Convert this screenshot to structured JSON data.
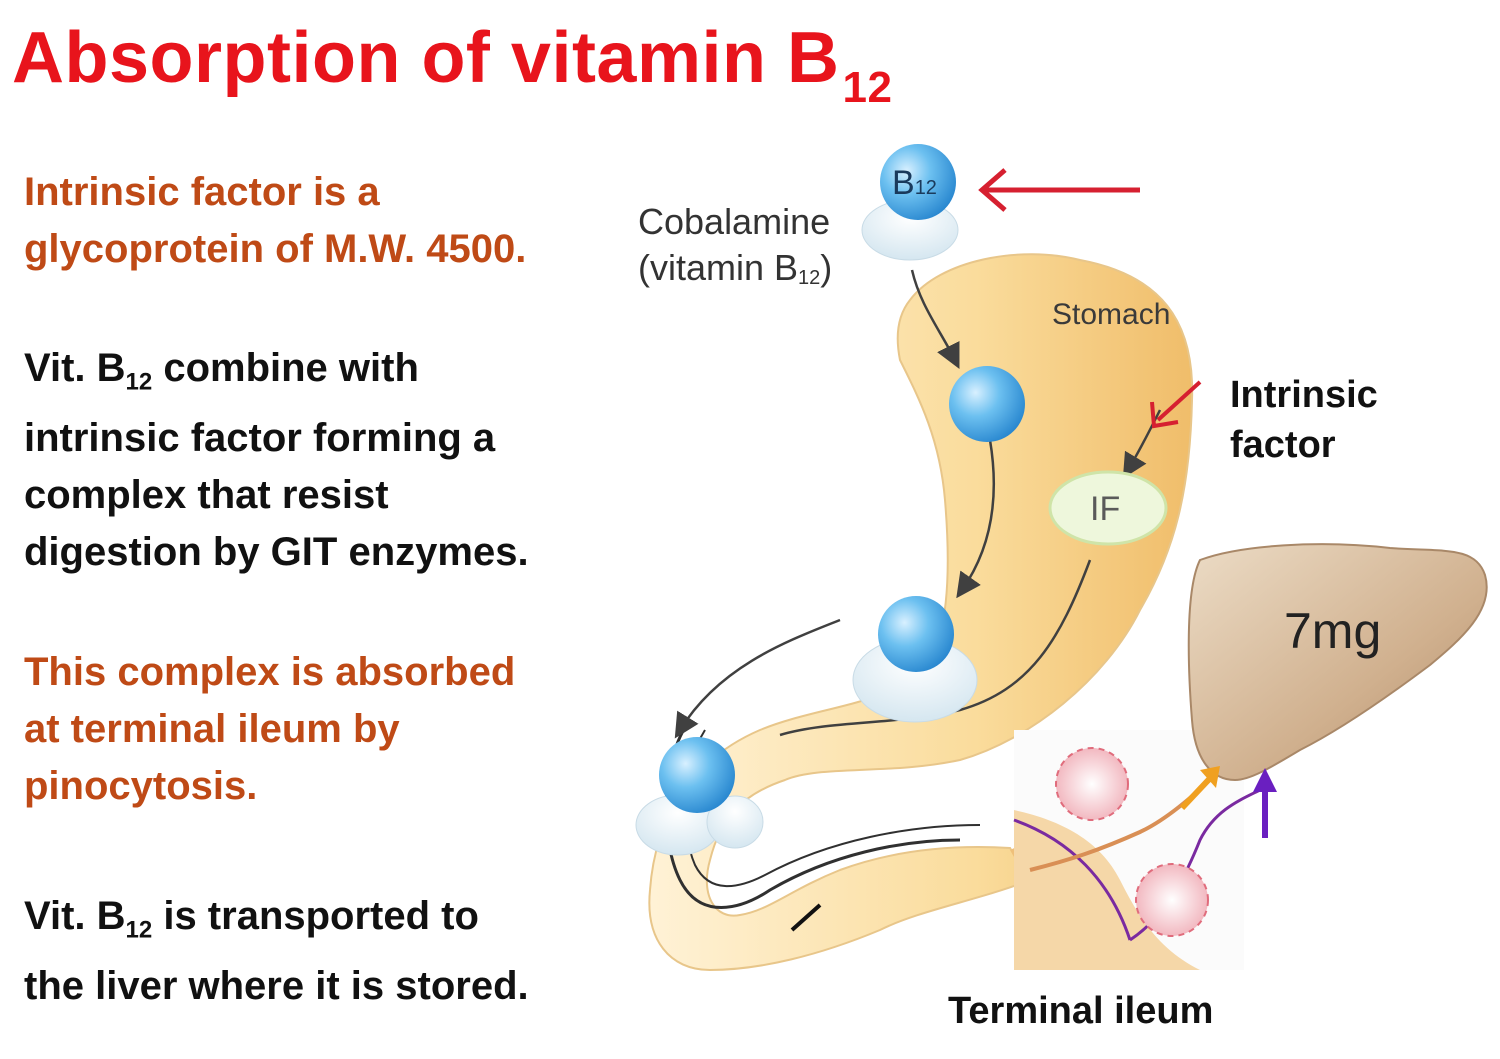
{
  "title": {
    "main": "Absorption of vitamin B",
    "sub": "12"
  },
  "paragraphs": {
    "p1": {
      "lines": [
        "Intrinsic factor is a",
        "glycoprotein of M.W. 4500."
      ]
    },
    "p2": {
      "line1_pre": "Vit. B",
      "line1_sub": "12",
      "line1_post": " combine with",
      "lines": [
        "intrinsic factor forming a",
        "complex that resist",
        "digestion by GIT enzymes."
      ]
    },
    "p3": {
      "lines": [
        "This complex is absorbed",
        "at terminal ileum by",
        "pinocytosis."
      ]
    },
    "p4": {
      "line1_pre": "Vit. B",
      "line1_sub": "12",
      "line1_post": " is transported to",
      "lines": [
        "the liver where it is stored."
      ]
    }
  },
  "diagram": {
    "b12_symbol": "B",
    "b12_sub": "12",
    "cobalamine_label": "Cobalamine",
    "vitamin_pre": "(vitamin B",
    "vitamin_sub": "12",
    "vitamin_post": ")",
    "stomach_label": "Stomach",
    "intrinsic_line1": "Intrinsic",
    "intrinsic_line2": "factor",
    "if_label": "IF",
    "liver_amount": "7mg",
    "terminal_ileum_label": "Terminal ileum"
  },
  "colors": {
    "title": "#e8141c",
    "orange_text": "#bf4a16",
    "black_text": "#111111",
    "arrow_red": "#d62030",
    "arrow_orange": "#f0a020",
    "arrow_purple": "#6a1fc0",
    "ball_blue": "#4aa8e6",
    "stomach_fill": "#f8d898",
    "liver_fill": "#c9a684"
  }
}
